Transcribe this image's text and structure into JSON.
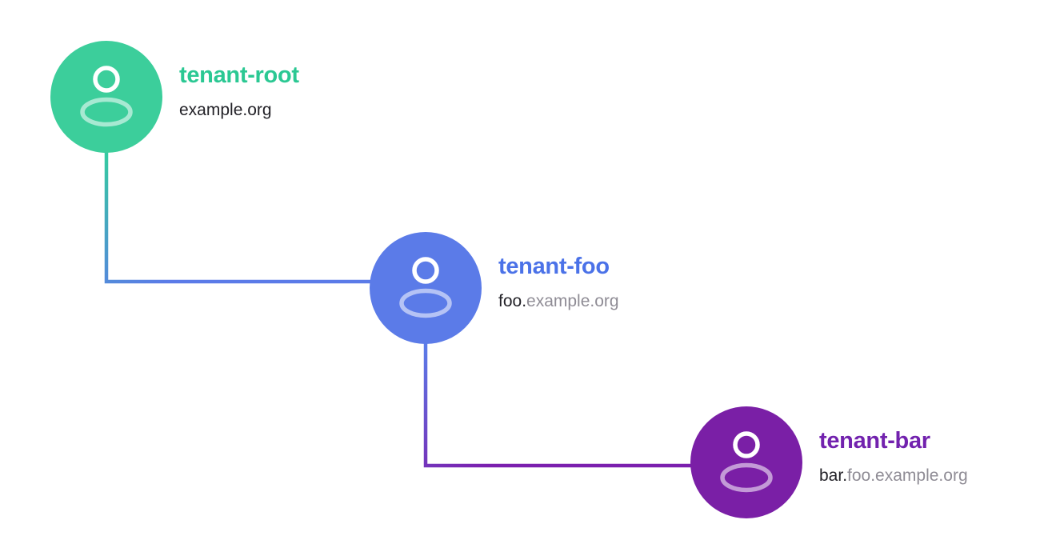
{
  "diagram": {
    "background": "#ffffff",
    "nodes": [
      {
        "id": "tenant-root",
        "title": "tenant-root",
        "domain_prefix": "example.org",
        "domain_suffix": "",
        "circle_color": "#3CCE9B",
        "title_color": "#2BC893",
        "icon": "user-icon"
      },
      {
        "id": "tenant-foo",
        "title": "tenant-foo",
        "domain_prefix": "foo.",
        "domain_suffix": "example.org",
        "circle_color": "#5B7BE8",
        "title_color": "#4B72E8",
        "icon": "user-icon"
      },
      {
        "id": "tenant-bar",
        "title": "tenant-bar",
        "domain_prefix": "bar.",
        "domain_suffix": "foo.example.org",
        "circle_color": "#7A1FA6",
        "title_color": "#7222AE",
        "icon": "user-icon"
      }
    ],
    "connectors": [
      {
        "from": "tenant-root",
        "to": "tenant-foo",
        "color_start": "#36C9A2",
        "color_end": "#5B7BE8"
      },
      {
        "from": "tenant-foo",
        "to": "tenant-bar",
        "color_start": "#5B7BE8",
        "color_end": "#7B1FAE"
      }
    ],
    "text_colors": {
      "domain_primary": "#232228",
      "domain_secondary": "#8F8C95"
    }
  }
}
